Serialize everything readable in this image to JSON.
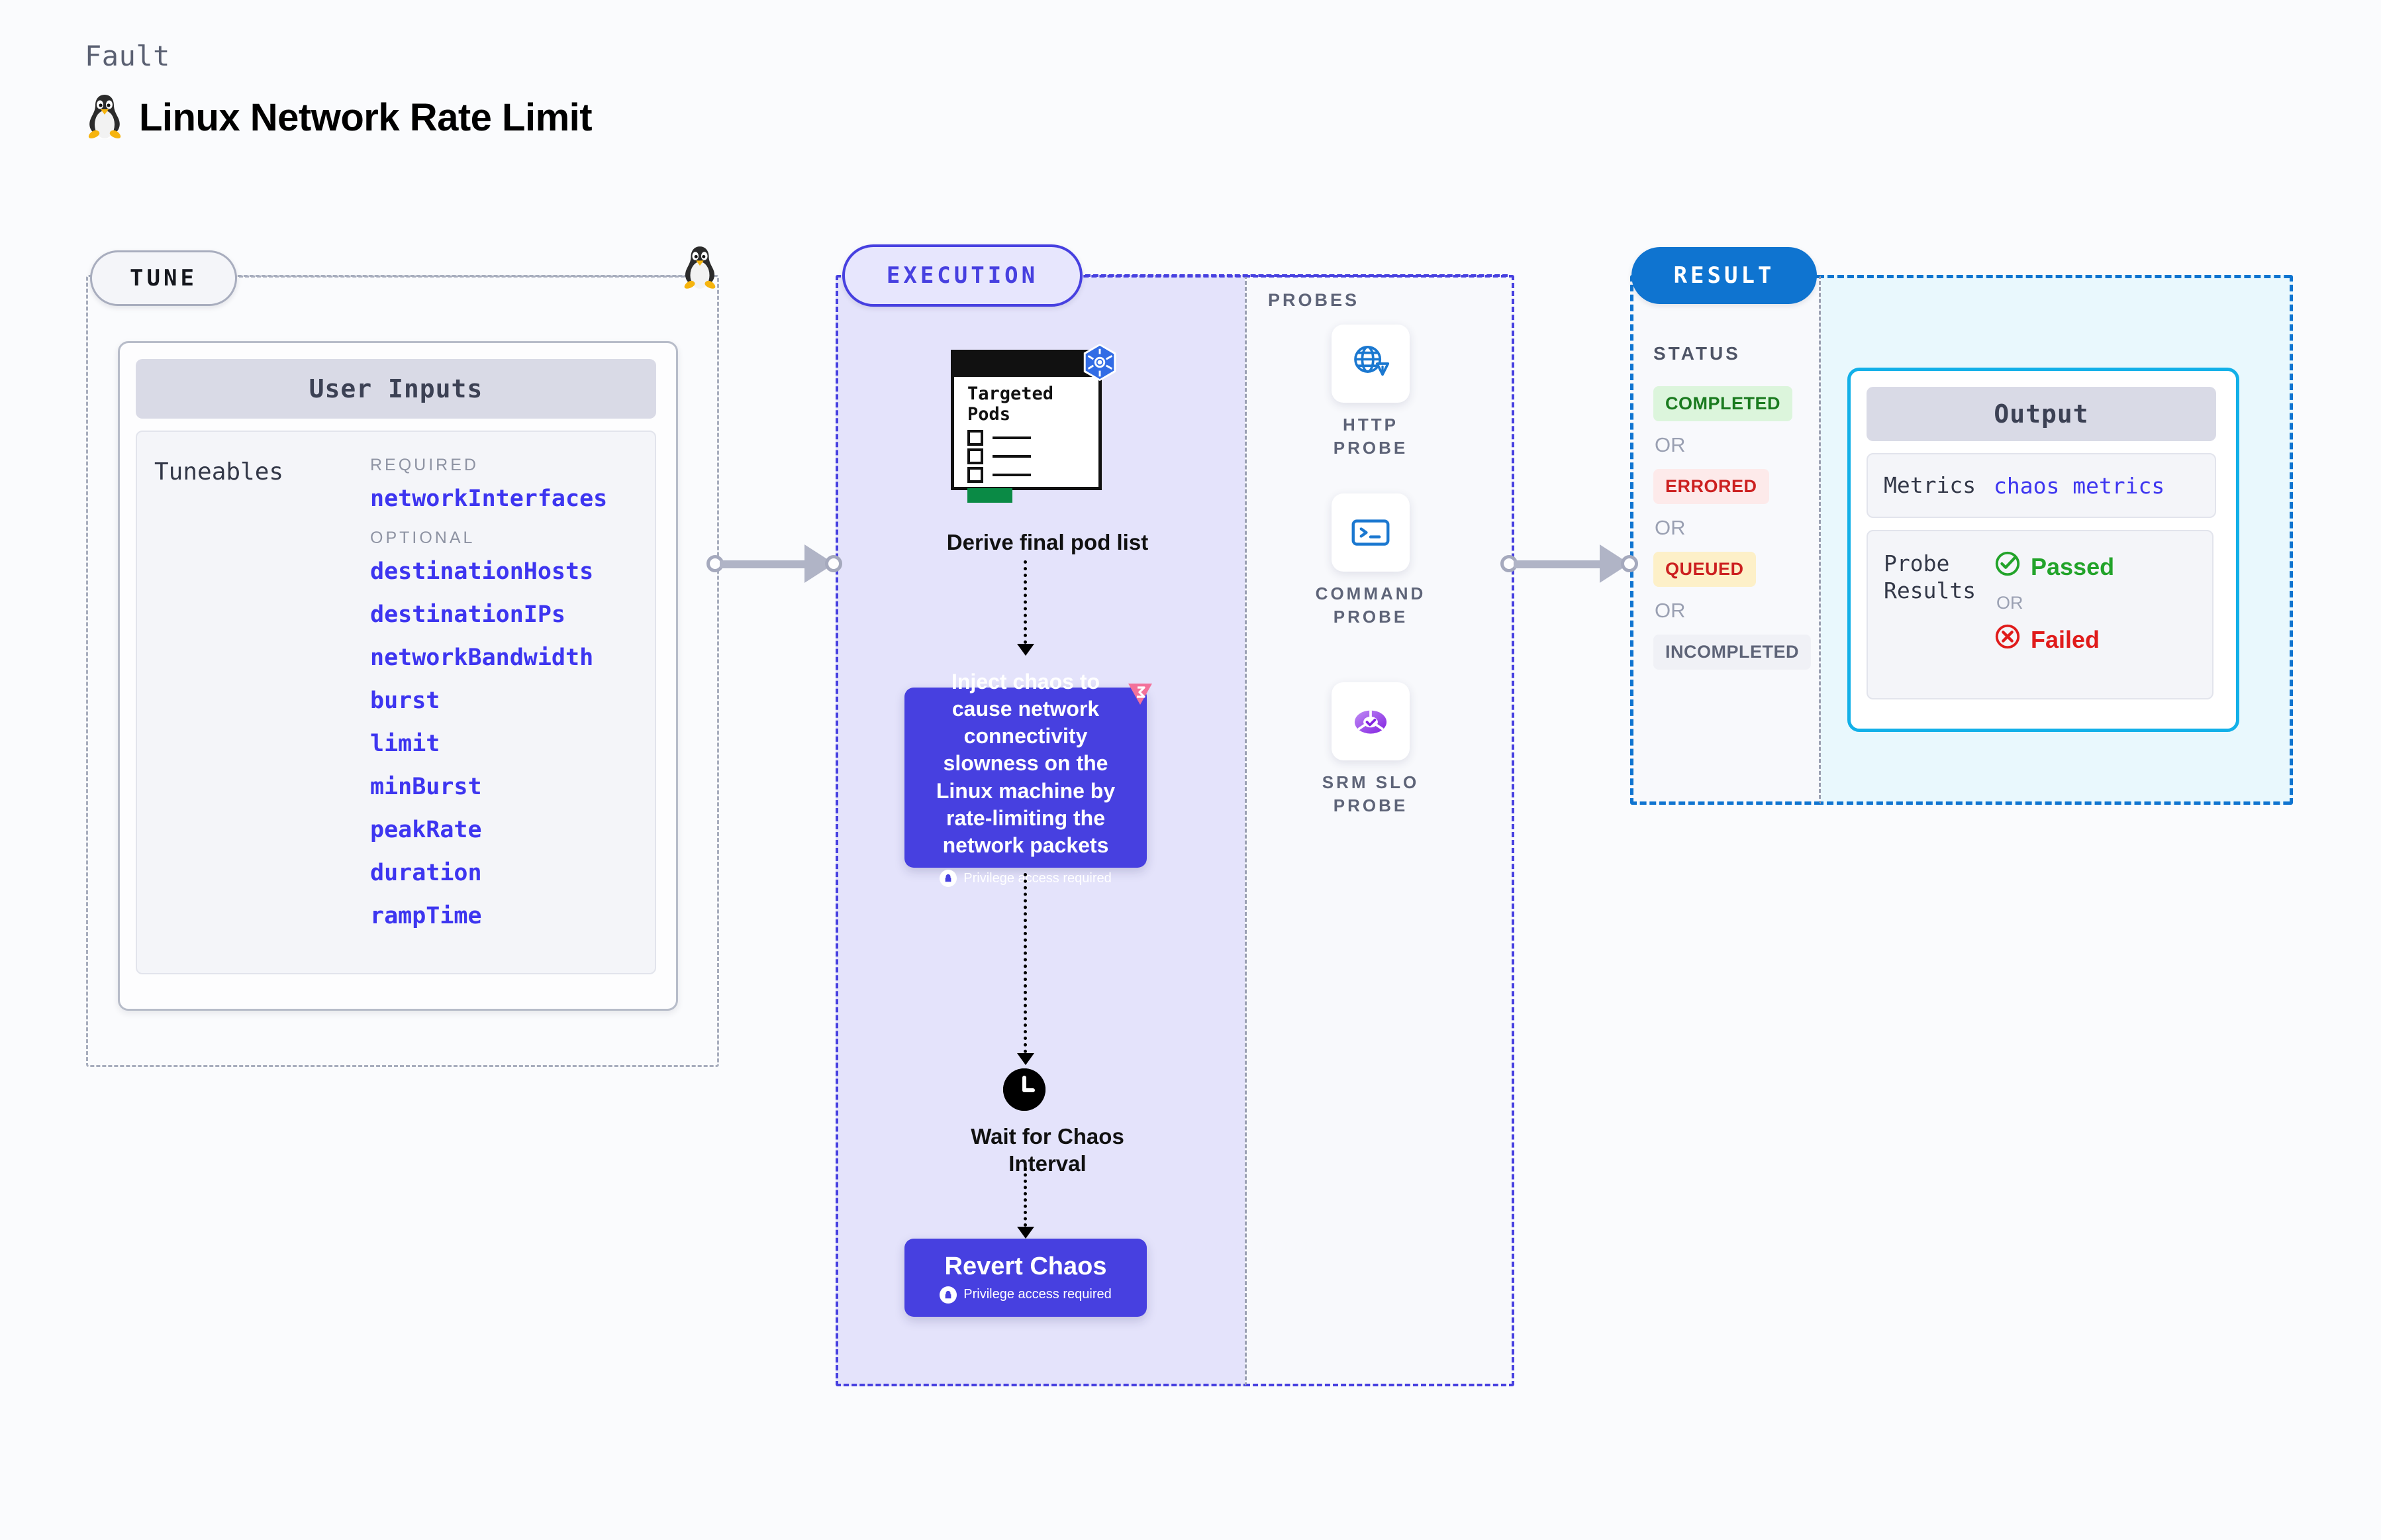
{
  "header": {
    "eyebrow": "Fault",
    "title": "Linux Network Rate Limit",
    "icon": "tux-penguin-icon"
  },
  "tune": {
    "badge": "TUNE",
    "card": {
      "title": "User Inputs",
      "label": "Tuneables",
      "groups": [
        {
          "heading": "REQUIRED",
          "items": [
            "networkInterfaces"
          ]
        },
        {
          "heading": "OPTIONAL",
          "items": [
            "destinationHosts",
            "destinationIPs",
            "networkBandwidth",
            "burst",
            "limit",
            "minBurst",
            "peakRate",
            "duration",
            "rampTime"
          ]
        }
      ]
    }
  },
  "execution": {
    "badge": "EXECUTION",
    "pod_card": {
      "title": "Targeted\nPods",
      "icon": "kubernetes-icon"
    },
    "derive_label": "Derive final pod list",
    "inject": {
      "text": "Inject chaos to cause network connectivity slowness on the Linux machine by rate-limiting the network packets",
      "privilege_note": "Privilege access required",
      "icon": "litmus-chaos-icon"
    },
    "wait": {
      "label": "Wait for Chaos Interval",
      "icon": "clock-icon"
    },
    "revert": {
      "title": "Revert Chaos",
      "privilege_note": "Privilege access required"
    }
  },
  "probes": {
    "label": "PROBES",
    "items": [
      {
        "caption": "HTTP PROBE",
        "icon": "globe-warning-icon"
      },
      {
        "caption": "COMMAND PROBE",
        "icon": "terminal-icon"
      },
      {
        "caption": "SRM SLO PROBE",
        "icon": "slo-donut-check-icon"
      }
    ]
  },
  "result": {
    "badge": "RESULT",
    "status_label": "STATUS",
    "or": "OR",
    "statuses": [
      {
        "label": "COMPLETED",
        "bg": "#dcf5dc",
        "fg": "#1a7a1f"
      },
      {
        "label": "ERRORED",
        "bg": "#fdeaea",
        "fg": "#cc2020"
      },
      {
        "label": "QUEUED",
        "bg": "#fdf0c8",
        "fg": "#cc2020"
      },
      {
        "label": "INCOMPLETED",
        "bg": "#f0f1f6",
        "fg": "#5e6478"
      }
    ]
  },
  "output": {
    "title": "Output",
    "metrics_key": "Metrics",
    "metrics_value": "chaos metrics",
    "probe_results_key": "Probe Results",
    "passed": "Passed",
    "or": "OR",
    "failed": "Failed",
    "passed_color": "#22a32a",
    "failed_color": "#e01b1b"
  },
  "colors": {
    "accent_purple": "#4740e0",
    "accent_blue": "#0f74d0",
    "cyan": "#12b0e8",
    "page_bg": "#fafbfd"
  }
}
